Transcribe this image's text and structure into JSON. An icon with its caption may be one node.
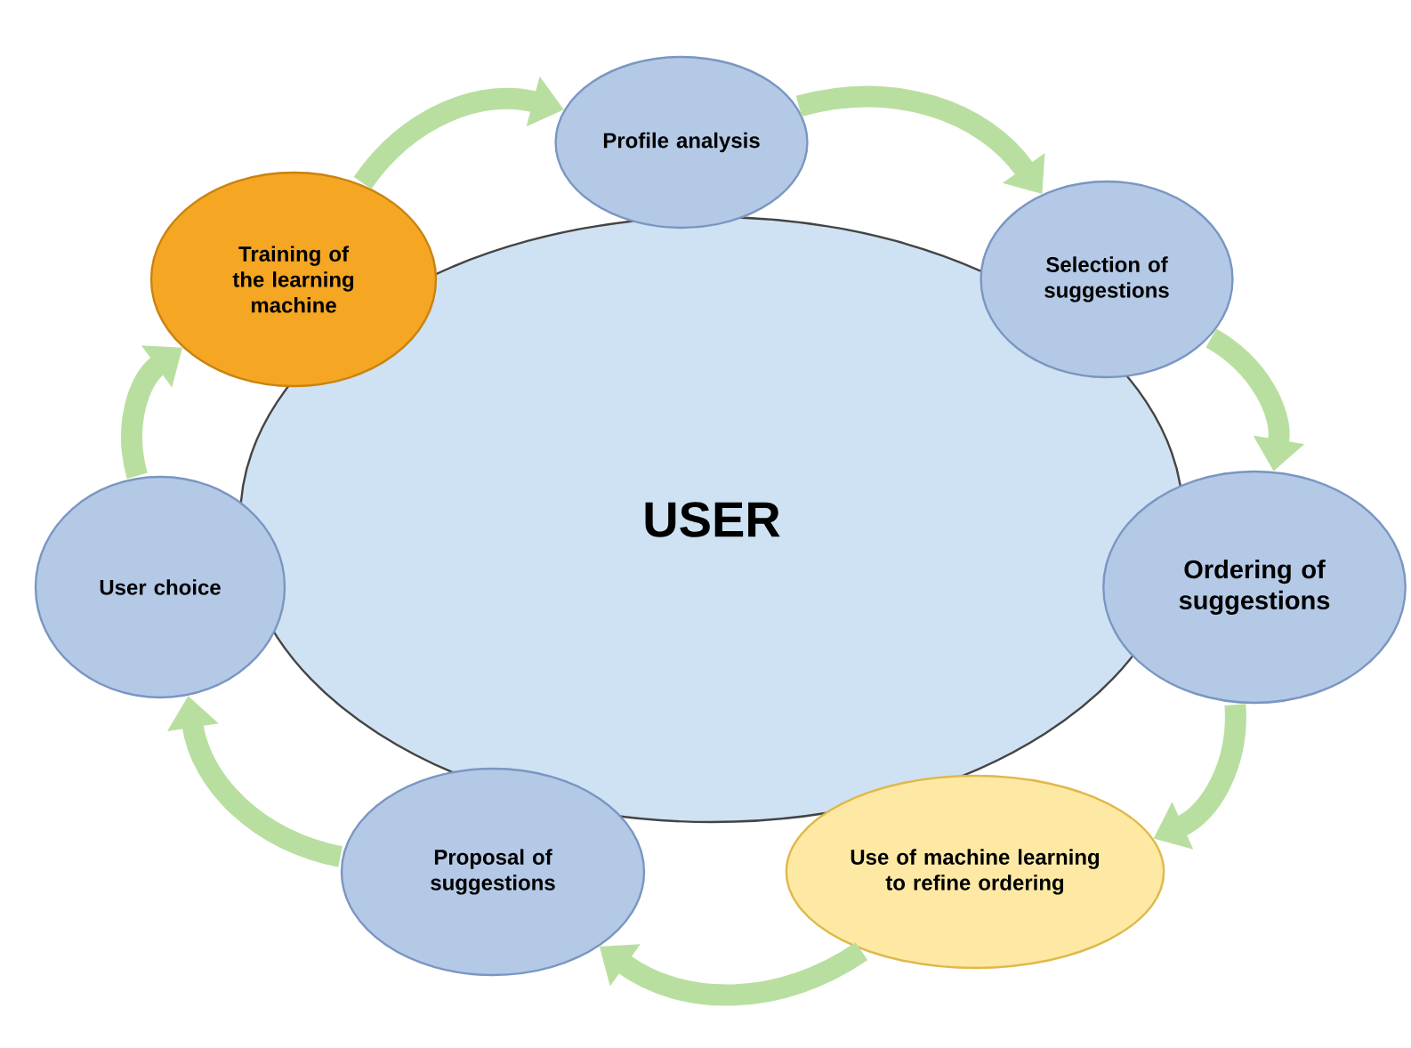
{
  "diagram": {
    "nodes": [
      {
        "text": [
          "USER"
        ]
      },
      {
        "text": [
          "Profile analysis"
        ]
      },
      {
        "text": [
          "Selection of suggestions"
        ]
      },
      {
        "text": [
          "Ordering of suggestions"
        ]
      },
      {
        "text": [
          "Use of machine learning to refine ordering"
        ]
      },
      {
        "text": [
          "Proposal of suggestions"
        ]
      },
      {
        "text": [
          "User choice"
        ]
      },
      {
        "text": [
          "Training of the learning machine"
        ]
      }
    ],
    "edges": [
      {
        "from": 7,
        "to": 1,
        "arrow": "to"
      },
      {
        "from": 1,
        "to": 2,
        "arrow": "to"
      },
      {
        "from": 2,
        "to": 3,
        "arrow": "to"
      },
      {
        "from": 3,
        "to": 4,
        "arrow": "to"
      },
      {
        "from": 4,
        "to": 5,
        "arrow": "to"
      },
      {
        "from": 5,
        "to": 6,
        "arrow": "to"
      },
      {
        "from": 6,
        "to": 7,
        "arrow": "to"
      }
    ]
  }
}
